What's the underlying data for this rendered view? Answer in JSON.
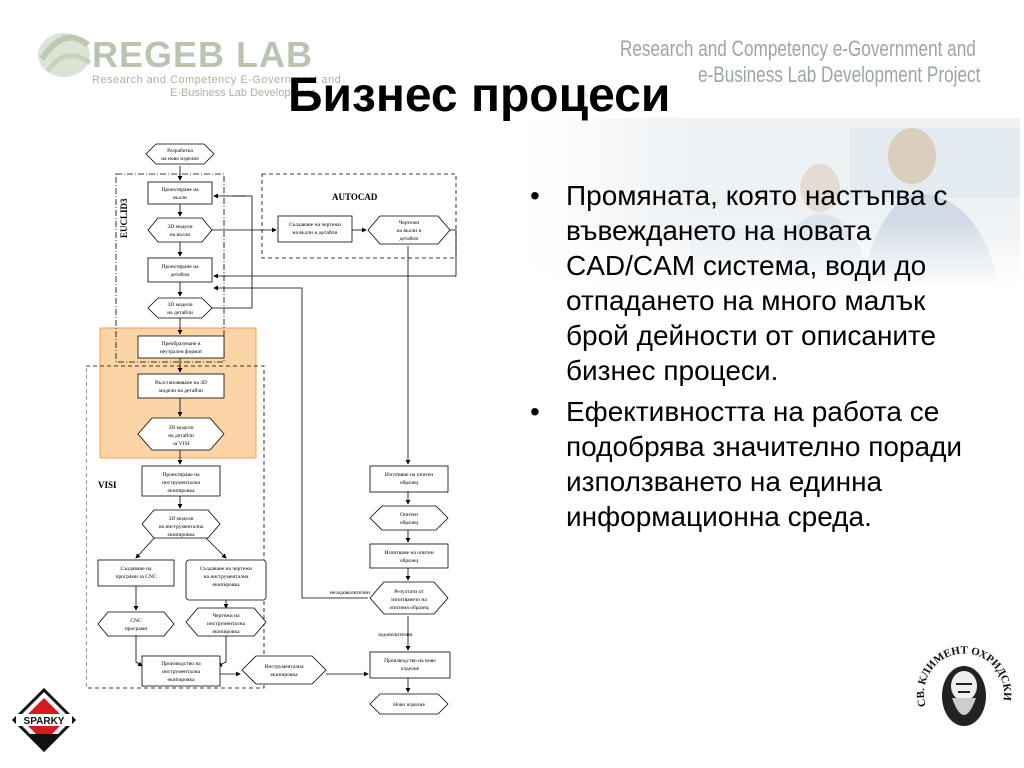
{
  "header": {
    "lab_logo_text": "REGEB LAB",
    "lab_subtitle_1": "Research and Competency E-Government and",
    "lab_subtitle_2": "E-Business Lab Development",
    "project_line_1": "Research and Competency e-Government and",
    "project_line_2": "e-Business Lab Development Project"
  },
  "title": "Бизнес процеси",
  "bullets": [
    "Промяната, която настъпва с въвеждането на новата CAD/CAM система, води до отпадането на много малък брой дейности от описаните бизнес процеси.",
    "Ефективността на работа се подобрява значително поради използването на единна информационна среда."
  ],
  "diagram": {
    "groups": {
      "euclid": "EUCLID3",
      "autocad": "AUTOCAD",
      "visi": "VISI"
    },
    "nodes": {
      "start_l1": "Разработка",
      "start_l2": "на ново изделие",
      "des_shafts_l1": "Проектиране на",
      "des_shafts_l2": "вълли",
      "models3d_shafts_l1": "3D модели",
      "models3d_shafts_l2": "на вълли",
      "des_details_l1": "Проектиране на",
      "des_details_l2": "детайли",
      "models3d_details_l1": "3D модели",
      "models3d_details_l2": "на детайли",
      "convert_l1": "Преобразуване в",
      "convert_l2": "неутрален формат",
      "restore_l1": "Възстановяване на 3D",
      "restore_l2": "модели на детайли",
      "visi_models_l1": "3D модели",
      "visi_models_l2": "на детайли",
      "visi_models_l3": "за VISI",
      "des_tooling_l1": "Проектиране на",
      "des_tooling_l2": "инструментална",
      "des_tooling_l3": "екипировка",
      "tooling3d_l1": "3D модели",
      "tooling3d_l2": "на инструментална",
      "tooling3d_l3": "екипировка",
      "cnc_prog_l1": "Създаване на",
      "cnc_prog_l2": "програми за CNC",
      "draw_tooling_l1": "Създаване на чертежи",
      "draw_tooling_l2": "на инструментална",
      "draw_tooling_l3": "екипировка",
      "cnc_l1": "CNC",
      "cnc_l2": "програми",
      "tooling_drawings_l1": "Чертежи на",
      "tooling_drawings_l2": "инструментална",
      "tooling_drawings_l3": "екипировка",
      "prod_tooling_l1": "Производство на",
      "prod_tooling_l2": "инструментална",
      "prod_tooling_l3": "екипировка",
      "tooling_l1": "Инструментална",
      "tooling_l2": "екипировка",
      "create_drawings_l1": "Създаване на чертежи",
      "create_drawings_l2": "на вълли и детайли",
      "drawings_l1": "Чертежи",
      "drawings_l2": "на вълли и",
      "drawings_l3": "детайли",
      "test_samples_l1": "Изготвяне на опитен",
      "test_samples_l2": "образец",
      "samples_l1": "Опитен",
      "samples_l2": "образец",
      "testing_l1": "Изпитване на опитен",
      "testing_l2": "образец",
      "results_l1": "Резултати от",
      "results_l2": "изпитването на",
      "results_l3": "опитния образец",
      "not_ok": "незадоволителни",
      "ok": "задоволителни",
      "prod_new_l1": "Производство на ново",
      "prod_new_l2": "изделие",
      "new_product": "Ново изделие"
    }
  },
  "logos": {
    "sparky": "SPARKY",
    "seal_text": "СВ. КЛИМЕНТ ОХРИДСКИ"
  },
  "colors": {
    "orange_fill": "#fbd5a5",
    "orange_border": "#f0a047",
    "watermark_green": "#b9c5b1"
  }
}
